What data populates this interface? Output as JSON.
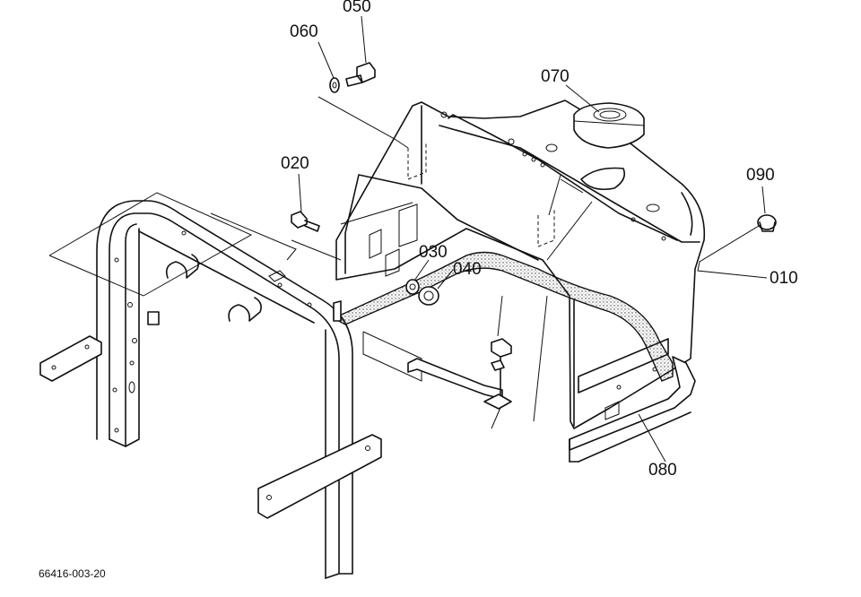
{
  "callouts": {
    "p010": "010",
    "p020": "020",
    "p030": "030",
    "p040": "040",
    "p050": "050",
    "p060": "060",
    "p070": "070",
    "p080": "080",
    "p090": "090"
  },
  "drawing_code": "66416-003-20"
}
